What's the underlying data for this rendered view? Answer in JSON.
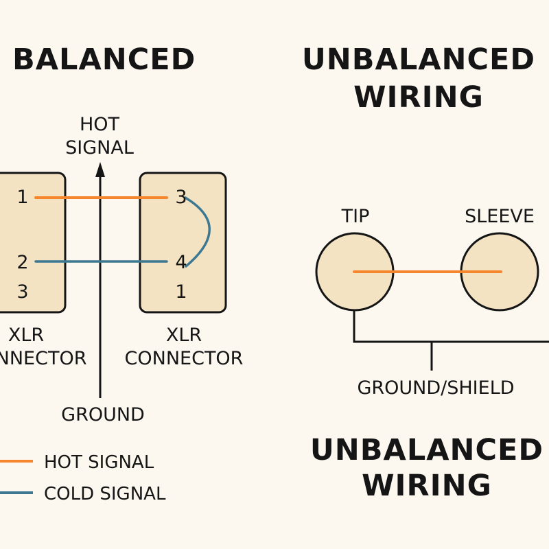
{
  "colors": {
    "background": "#fcf8f0",
    "box_fill": "#f3e3c3",
    "stroke": "#151515",
    "hot": "#f5862e",
    "cold": "#3d7892"
  },
  "balanced": {
    "title": "BALANCED",
    "hot_signal_label": [
      "HOT",
      "SIGNAL"
    ],
    "left_connector": {
      "pins": [
        "1",
        "2",
        "3"
      ],
      "label": [
        "XLR",
        "CONNECTOR"
      ]
    },
    "right_connector": {
      "pins": [
        "3",
        "4",
        "1"
      ],
      "label": [
        "XLR",
        "CONNECTOR"
      ]
    },
    "ground_label": "GROUND",
    "legend": [
      {
        "label": "HOT SIGNAL",
        "color": "#f5862e"
      },
      {
        "label": "COLD SIGNAL",
        "color": "#3d7892"
      }
    ]
  },
  "unbalanced": {
    "title": [
      "UNBALANCED",
      "WIRING"
    ],
    "tip_label": "TIP",
    "sleeve_label": "SLEEVE",
    "ground_label": "GROUND/SHIELD",
    "bottom_title": [
      "UNBALANCED",
      "WIRING"
    ]
  }
}
